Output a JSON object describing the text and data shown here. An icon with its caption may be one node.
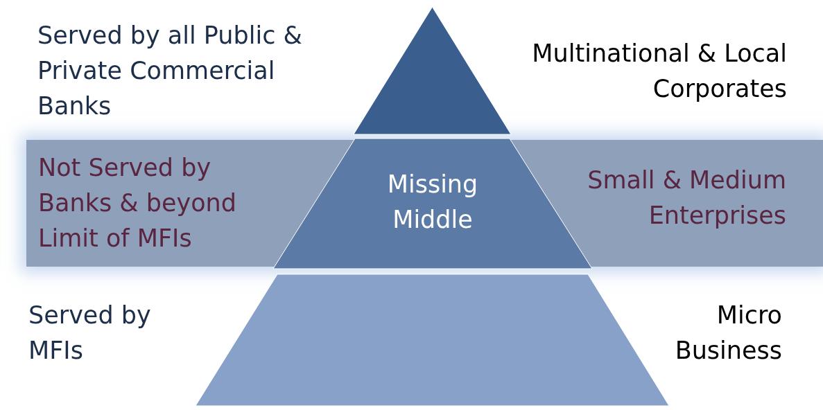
{
  "diagram": {
    "nodes": [
      {
        "text": [],
        "shape": "triangle",
        "beside": [
          "Multinational & Local Corporates"
        ]
      },
      {
        "text": [
          "Not Served by Banks & beyond Limit of MFIs",
          "Small & Medium Enterprises"
        ]
      },
      {
        "text": [
          "Missing Middle"
        ],
        "in": 1
      },
      {
        "text": [],
        "shape": "trapezoid",
        "beside": [
          "Served by MFIs",
          "Micro Business"
        ]
      }
    ],
    "labels": [
      "Served by all Public & Private Commercial Banks"
    ]
  }
}
